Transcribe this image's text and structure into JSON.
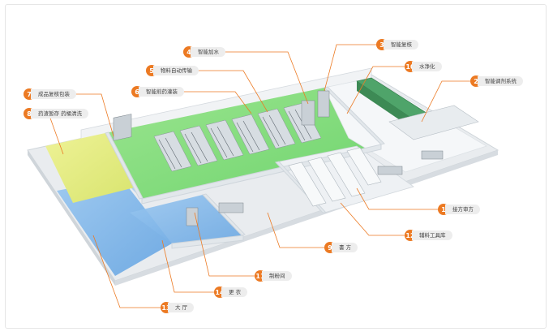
{
  "callouts": [
    {
      "id": "c1",
      "num": "1",
      "label": "接方审方"
    },
    {
      "id": "c2",
      "num": "2",
      "label": "智能调剂系统"
    },
    {
      "id": "c3",
      "num": "3",
      "label": "智能复核"
    },
    {
      "id": "c4",
      "num": "4",
      "label": "智能加水"
    },
    {
      "id": "c5",
      "num": "5",
      "label": "物料自动传输"
    },
    {
      "id": "c6",
      "num": "6",
      "label": "智能煎药灌装"
    },
    {
      "id": "c7",
      "num": "7",
      "label": "成品复核包装"
    },
    {
      "id": "c8",
      "num": "8",
      "label": "药渣暂存  药桶清洗"
    },
    {
      "id": "c9",
      "num": "9",
      "label": "書  方"
    },
    {
      "id": "c10",
      "num": "10",
      "label": "水净化"
    },
    {
      "id": "c11",
      "num": "11",
      "label": "制粉间"
    },
    {
      "id": "c12",
      "num": "12",
      "label": "辅料工具库"
    },
    {
      "id": "c13",
      "num": "13",
      "label": "大  厅"
    },
    {
      "id": "c14",
      "num": "14",
      "label": "更  衣"
    }
  ],
  "colors": {
    "accent": "#ec7a23",
    "floor_green": "#7fdc7a",
    "floor_yellow": "#e6ec86",
    "floor_blue": "#7fb6ea",
    "floor_white": "#f4f6f8",
    "wall": "#e4e8ec"
  }
}
